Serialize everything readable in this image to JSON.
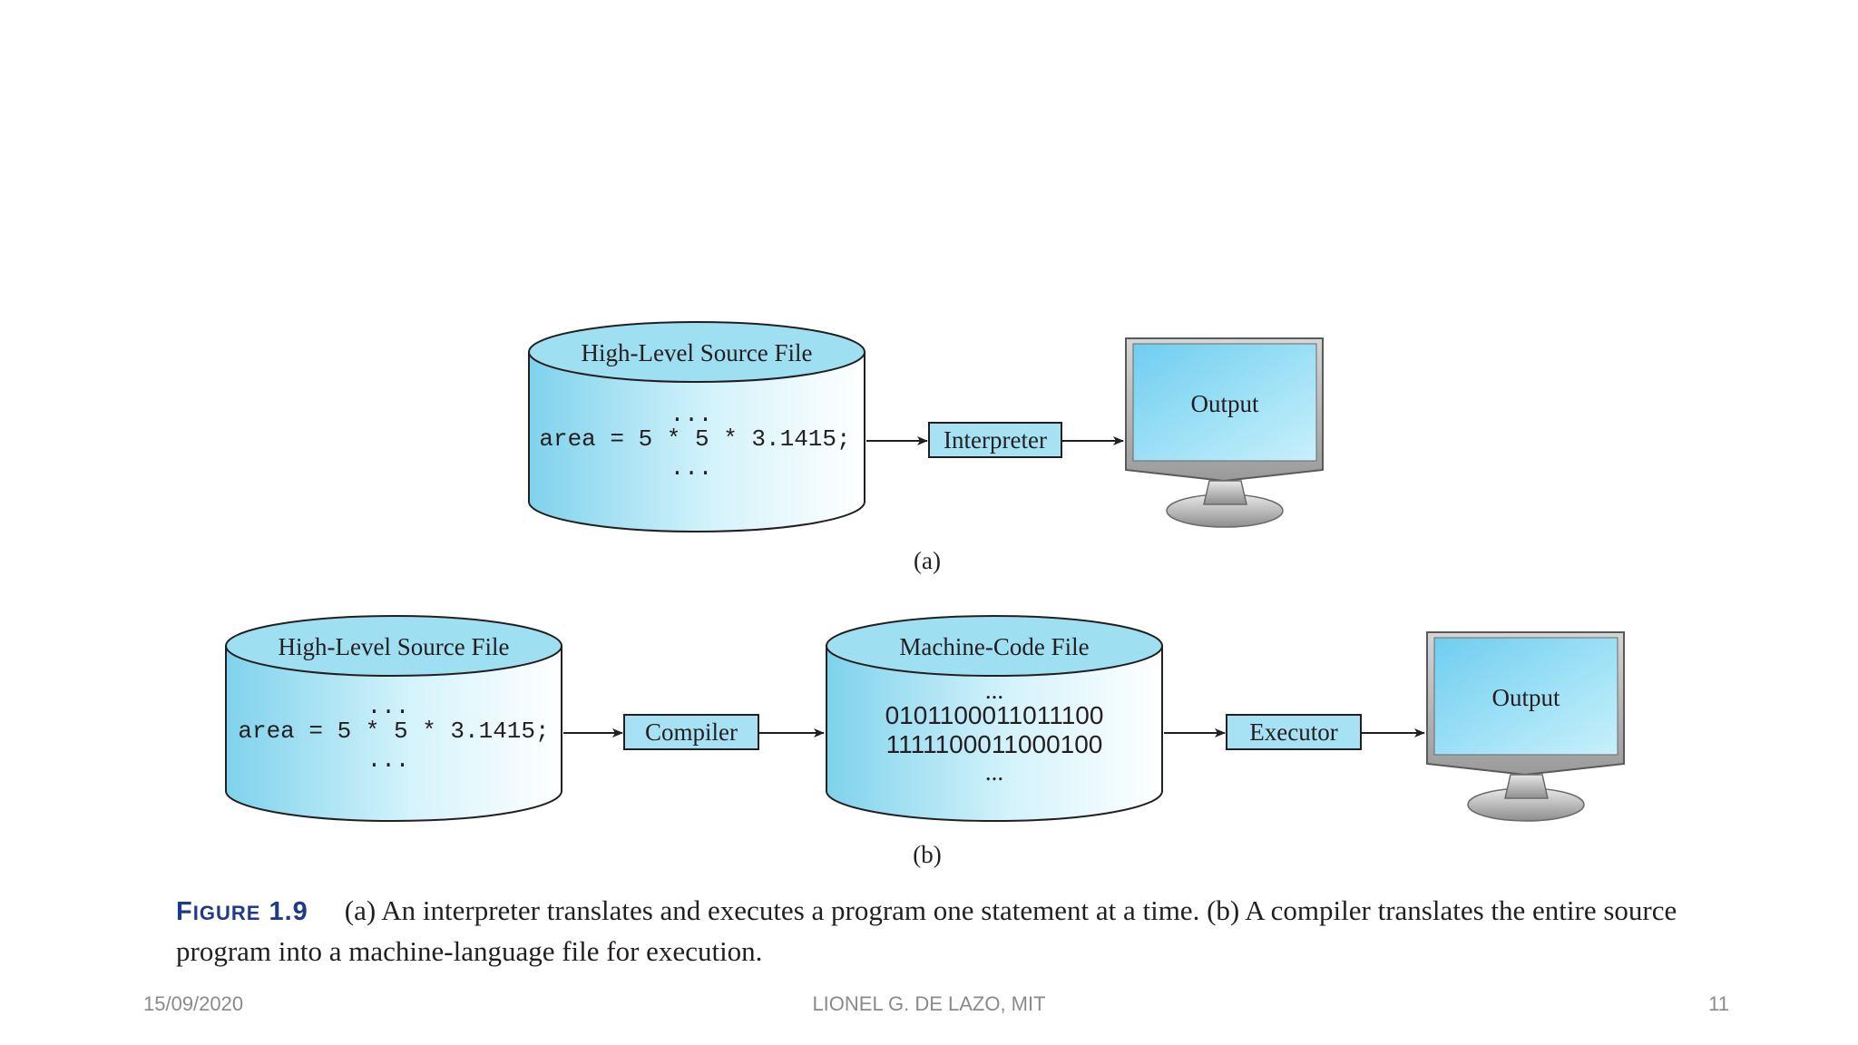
{
  "diagram_a": {
    "source_label": "High-Level Source File",
    "code_dots_top": "...",
    "code_line": "area = 5 * 5 * 3.1415;",
    "code_dots_bottom": "...",
    "interpreter_label": "Interpreter",
    "output_label": "Output",
    "sublabel": "(a)"
  },
  "diagram_b": {
    "source_label": "High-Level Source File",
    "code_dots_top": "...",
    "code_line": "area = 5 * 5 * 3.1415;",
    "code_dots_bottom": "...",
    "compiler_label": "Compiler",
    "machine_label": "Machine-Code File",
    "machine_dots_top": "...",
    "machine_line_1": "0101100011011100",
    "machine_line_2": "1111100011000100",
    "machine_dots_bottom": "...",
    "executor_label": "Executor",
    "output_label": "Output",
    "sublabel": "(b)"
  },
  "caption": {
    "label_first": "F",
    "label_rest": "IGURE",
    "label_num": "1.9",
    "text": "(a) An interpreter translates and executes a program one statement at a time. (b) A compiler translates the entire source program into a machine-language file for execution."
  },
  "footer": {
    "date": "15/09/2020",
    "author": "LIONEL G. DE LAZO, MIT",
    "page": "11"
  },
  "colors": {
    "cylinder_fill": "#aee6f5",
    "box_fill": "#a6e2f3",
    "screen_fill": "#8fd8f2",
    "stroke": "#231f20",
    "caption_label": "#1f3a8a"
  }
}
